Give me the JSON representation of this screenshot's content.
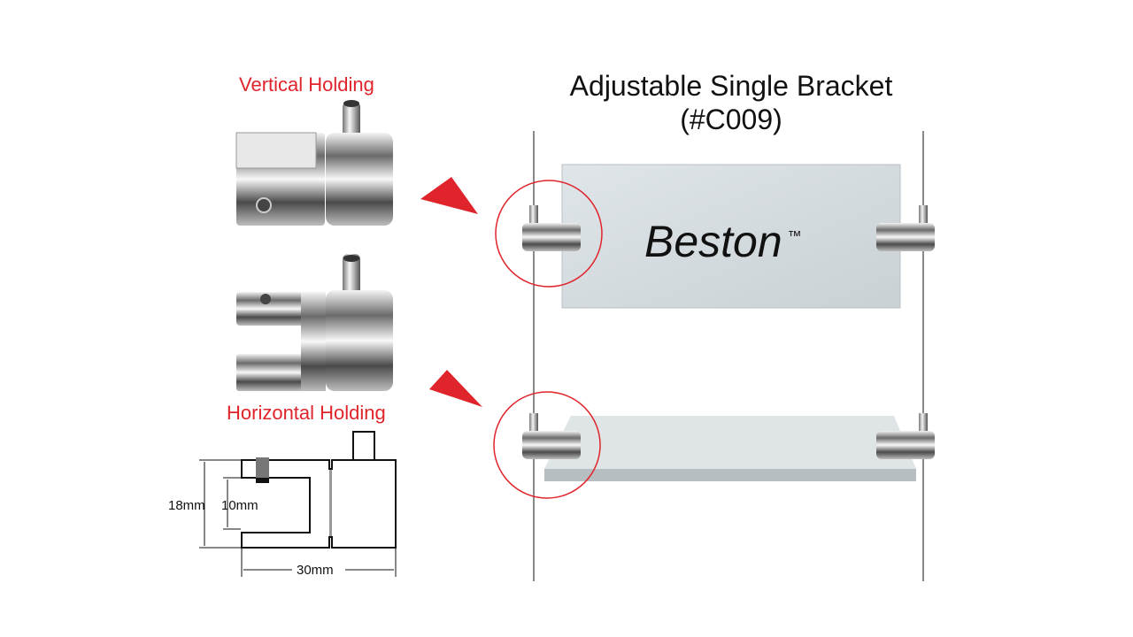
{
  "labels": {
    "vertical_holding": "Vertical Holding",
    "horizontal_holding": "Horizontal Holding"
  },
  "title": {
    "line1": "Adjustable Single Bracket",
    "line2": "(#C009)"
  },
  "sign": {
    "brand": "Beston",
    "trademark": "™"
  },
  "dimensions": {
    "height_outer": "18mm",
    "height_inner": "10mm",
    "width": "30mm"
  },
  "colors": {
    "accent_red": "#e0242c"
  }
}
